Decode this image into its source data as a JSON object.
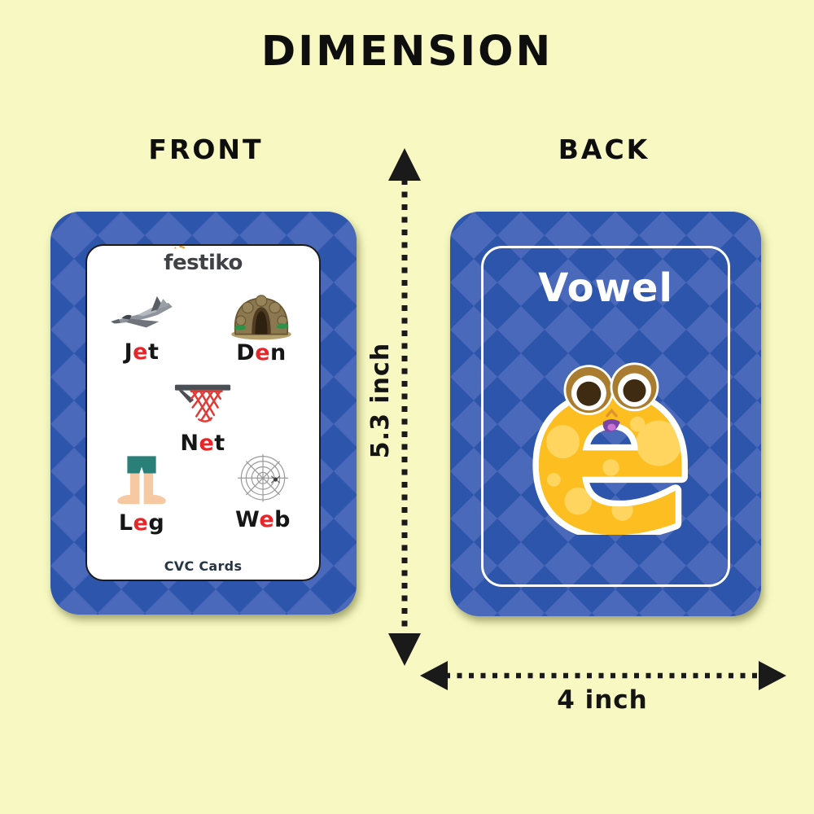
{
  "page": {
    "title": "DIMENSION"
  },
  "labels": {
    "front": "FRONT",
    "back": "BACK"
  },
  "dimensions": {
    "height": "5.3 inch",
    "width": "4 inch"
  },
  "front_card": {
    "brand": {
      "first": "f",
      "accented": "e",
      "rest": "stiko"
    },
    "items": [
      {
        "pre": "J",
        "vowel": "e",
        "post": "t",
        "image": "jet-illustration"
      },
      {
        "pre": "D",
        "vowel": "e",
        "post": "n",
        "image": "den-cave-illustration"
      },
      {
        "pre": "N",
        "vowel": "e",
        "post": "t",
        "image": "basketball-net-illustration"
      },
      {
        "pre": "L",
        "vowel": "e",
        "post": "g",
        "image": "legs-illustration"
      },
      {
        "pre": "W",
        "vowel": "e",
        "post": "b",
        "image": "spider-web-illustration"
      }
    ],
    "footer": "CVC Cards"
  },
  "back_card": {
    "title": "Vowel",
    "character": "e"
  },
  "colors": {
    "background": "#f7f8c2",
    "card_blue": "#2e55ac",
    "diamond_blue": "#4b69ba",
    "vowel_red": "#e8262a",
    "letter_yellow": "#fcbe21",
    "letter_spot_yellow": "#ffd55f",
    "brand_orange": "#f7941d",
    "arrow_black": "#1a1a1a",
    "shorts_teal": "#2a7f78",
    "net_red": "#e23a36"
  }
}
